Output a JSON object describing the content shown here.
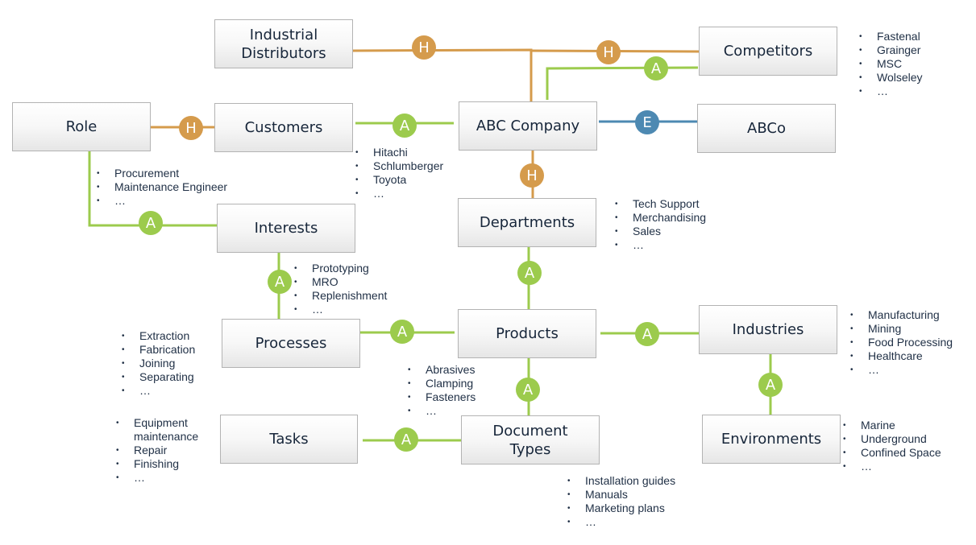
{
  "colors": {
    "H": "#d59b4c",
    "A": "#9ccb4d",
    "E": "#4d89b2",
    "text": "#17263a",
    "box_border": "#b3b3b3"
  },
  "nodes": {
    "industrial_distributors": "Industrial\nDistributors",
    "competitors": "Competitors",
    "role": "Role",
    "customers": "Customers",
    "abc_company": "ABC Company",
    "abco": "ABCo",
    "interests": "Interests",
    "departments": "Departments",
    "processes": "Processes",
    "products": "Products",
    "industries": "Industries",
    "tasks": "Tasks",
    "document_types": "Document\nTypes",
    "environments": "Environments"
  },
  "relations": {
    "distributors_company": "H",
    "competitors_company_h": "H",
    "competitors_company_a": "A",
    "role_customers": "H",
    "customers_company": "A",
    "company_abco": "E",
    "company_departments": "H",
    "role_interests": "A",
    "interests_processes": "A",
    "departments_products": "A",
    "processes_products": "A",
    "products_industries": "A",
    "products_document_types": "A",
    "industries_environments": "A",
    "tasks_document_types": "A"
  },
  "lists": {
    "competitors": [
      "Fastenal",
      "Grainger",
      "MSC",
      "Wolseley",
      "…"
    ],
    "role": [
      "Procurement",
      "Maintenance Engineer",
      "…"
    ],
    "customers": [
      "Hitachi",
      "Schlumberger",
      "Toyota",
      "…"
    ],
    "departments": [
      "Tech Support",
      "Merchandising",
      "Sales",
      "…"
    ],
    "interests": [
      "Prototyping",
      "MRO",
      "Replenishment",
      "…"
    ],
    "processes": [
      "Extraction",
      "Fabrication",
      "Joining",
      "Separating",
      "…"
    ],
    "products": [
      "Abrasives",
      "Clamping",
      "Fasteners",
      "…"
    ],
    "industries": [
      "Manufacturing",
      "Mining",
      "Food Processing",
      "Healthcare",
      "…"
    ],
    "tasks": [
      "Equipment maintenance",
      "Repair",
      "Finishing",
      "…"
    ],
    "environments": [
      "Marine",
      "Underground",
      "Confined Space",
      "…"
    ],
    "document_types": [
      "Installation guides",
      "Manuals",
      "Marketing plans",
      "…"
    ]
  }
}
